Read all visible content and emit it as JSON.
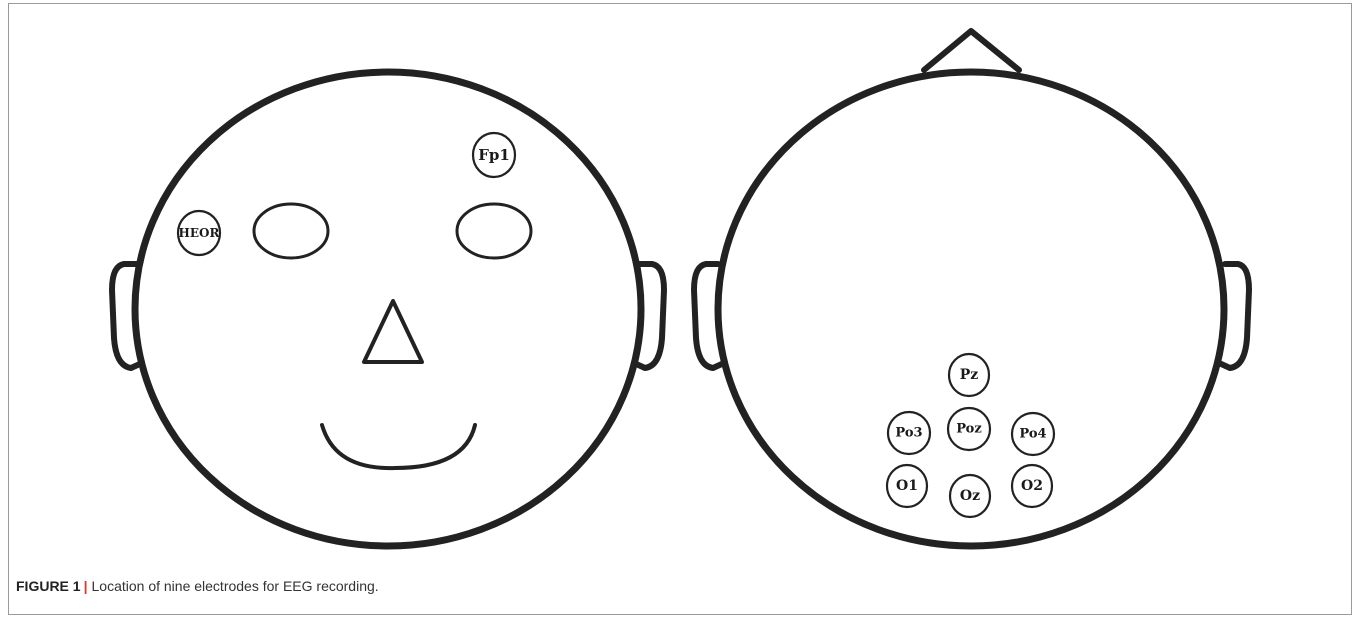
{
  "figure": {
    "label": "FIGURE 1",
    "separator": "|",
    "caption": "Location of nine electrodes for EEG recording."
  },
  "front_head": {
    "electrodes": [
      {
        "id": "fp1",
        "label": "Fp1"
      },
      {
        "id": "heor",
        "label": "HEOR"
      }
    ]
  },
  "back_head": {
    "electrodes": [
      {
        "id": "pz",
        "label": "Pz"
      },
      {
        "id": "po3",
        "label": "Po3"
      },
      {
        "id": "poz",
        "label": "Poz"
      },
      {
        "id": "po4",
        "label": "Po4"
      },
      {
        "id": "o1",
        "label": "O1"
      },
      {
        "id": "oz",
        "label": "Oz"
      },
      {
        "id": "o2",
        "label": "O2"
      }
    ]
  },
  "colors": {
    "stroke": "#222222",
    "caption_accent": "#d23c2a"
  }
}
